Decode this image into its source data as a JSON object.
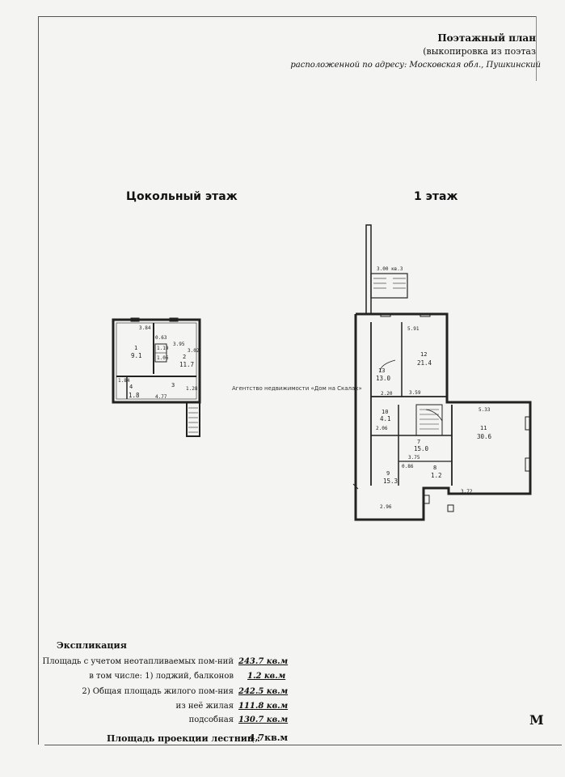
{
  "header": {
    "title": "Поэтажный план",
    "subtitle": "(выкопировка из поэтаз",
    "address": "расположенной по адресу: Московская обл., Пушкинский"
  },
  "floors": {
    "basement": "Цокольный этаж",
    "first": "1 этаж"
  },
  "watermark": "Агентство недвижимости «Дом на Скалах»",
  "basement_rooms": {
    "r1": {
      "num": "1",
      "area": "9.1"
    },
    "r2": {
      "num": "2",
      "area": "11.7"
    },
    "r3": {
      "num": "3",
      "area": ""
    },
    "r4": {
      "num": "4",
      "area": "1.8"
    }
  },
  "basement_dims": {
    "d1": "3.84",
    "d2": "3.95",
    "d3": "0.63",
    "d4": "1.19",
    "d5": "1.06",
    "d6": "4.77",
    "d7": "1.84",
    "d8": "3.02",
    "d9": "1.28"
  },
  "first_rooms": {
    "r12": {
      "num": "12",
      "area": "21.4"
    },
    "r13": {
      "num": "13",
      "area": "13.0"
    },
    "r11": {
      "num": "11",
      "area": "30.6"
    },
    "r10": {
      "num": "10",
      "area": "4.1"
    },
    "r7": {
      "num": "7",
      "area": "15.0"
    },
    "r9": {
      "num": "9",
      "area": "15.3"
    },
    "r8": {
      "num": "8",
      "area": "1.2"
    }
  },
  "first_dims": {
    "top": "3.00 кв.3",
    "d591": "5.91",
    "d220": "2.20",
    "d359": "3.59",
    "d206": "2.06",
    "d533": "5.33",
    "d375": "3.75",
    "d372": "3.72",
    "d296": "2.96",
    "d088": "0.86"
  },
  "explication": {
    "title": "Экспликация",
    "rows": [
      {
        "label": "Площадь с учетом неотапливаемых пом-ний",
        "value": "243.7 кв.м"
      },
      {
        "label": "в том числе: 1) лоджий, балконов",
        "value": "1.2 кв.м"
      },
      {
        "label": "2) Общая площадь жилого пом-ния",
        "value": "242.5 кв.м"
      },
      {
        "label": "из неё жилая",
        "value": "111.8 кв.м"
      },
      {
        "label": "подсобная",
        "value": "130.7 кв.м"
      }
    ],
    "stairs_label": "Площадь проекции лестниц :",
    "stairs_value": "4,7кв.м"
  },
  "edge_letter": "М"
}
